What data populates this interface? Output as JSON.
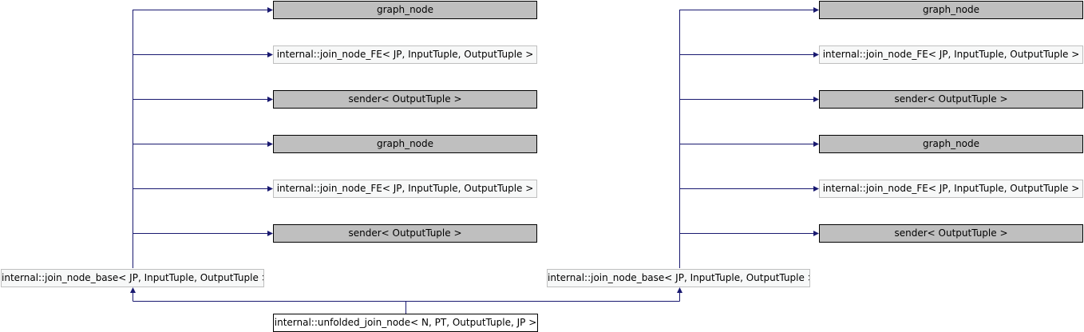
{
  "colors": {
    "edge": "#191970",
    "gray_fill": "#bfbfbf",
    "light_fill": "#f7f8f8"
  },
  "left": {
    "targets": [
      {
        "label": "graph_node",
        "style": "gray"
      },
      {
        "label": "internal::join_node_FE< JP, InputTuple, OutputTuple >",
        "style": "light"
      },
      {
        "label": "sender< OutputTuple >",
        "style": "gray"
      },
      {
        "label": "graph_node",
        "style": "gray"
      },
      {
        "label": "internal::join_node_FE< JP, InputTuple, OutputTuple >",
        "style": "light"
      },
      {
        "label": "sender< OutputTuple >",
        "style": "gray"
      }
    ],
    "base": {
      "label": "internal::join_node_base< JP, InputTuple, OutputTuple >"
    }
  },
  "right": {
    "targets": [
      {
        "label": "graph_node",
        "style": "gray"
      },
      {
        "label": "internal::join_node_FE< JP, InputTuple, OutputTuple >",
        "style": "light"
      },
      {
        "label": "sender< OutputTuple >",
        "style": "gray"
      },
      {
        "label": "graph_node",
        "style": "gray"
      },
      {
        "label": "internal::join_node_FE< JP, InputTuple, OutputTuple >",
        "style": "light"
      },
      {
        "label": "sender< OutputTuple >",
        "style": "gray"
      }
    ],
    "base": {
      "label": "internal::join_node_base< JP, InputTuple, OutputTuple >"
    }
  },
  "derived": {
    "label": "internal::unfolded_join_node< N, PT, OutputTuple, JP >"
  }
}
